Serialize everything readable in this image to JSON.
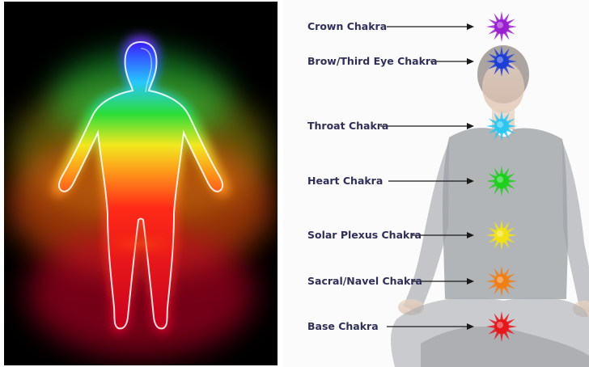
{
  "chakras": [
    {
      "label": "Crown Chakra",
      "color": "#9a1fd0"
    },
    {
      "label": "Brow/Third Eye Chakra",
      "color": "#1e3fd6"
    },
    {
      "label": "Throat Chakra",
      "color": "#2cc6f0"
    },
    {
      "label": "Heart Chakra",
      "color": "#1ecf1e"
    },
    {
      "label": "Solar Plexus Chakra",
      "color": "#f2e215"
    },
    {
      "label": "Sacral/Navel Chakra",
      "color": "#f07f16"
    },
    {
      "label": "Base Chakra",
      "color": "#e6171a"
    }
  ],
  "icons": {
    "chakra": "sun-star-icon",
    "arrow": "right-arrow-icon"
  }
}
